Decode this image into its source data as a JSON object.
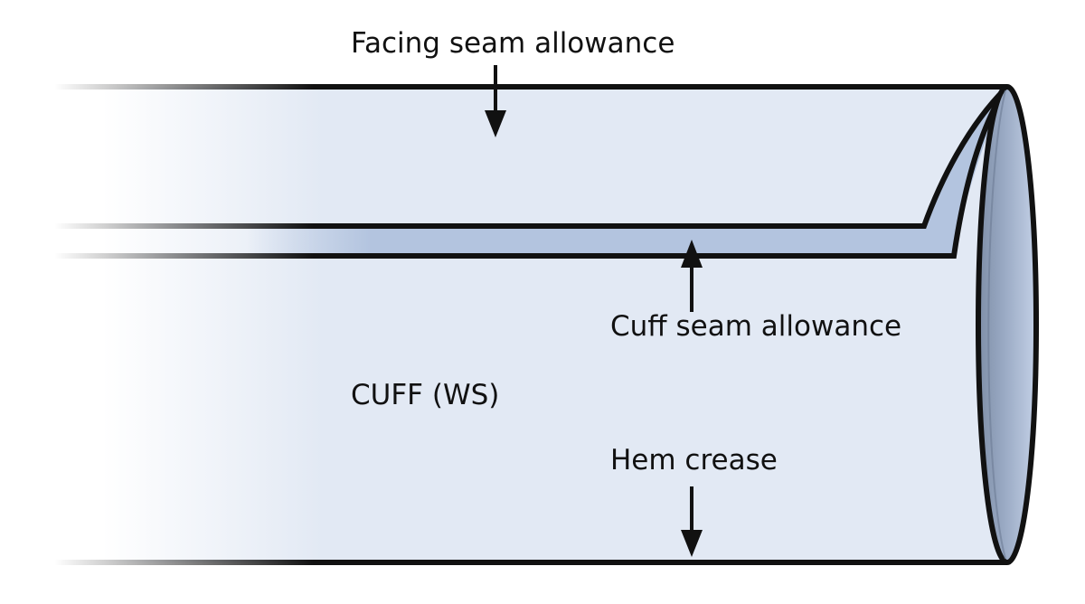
{
  "labels": {
    "facing_seam_allowance": "Facing seam allowance",
    "cuff_seam_allowance": "Cuff seam allowance",
    "cuff_ws": "CUFF (WS)",
    "hem_crease": "Hem crease"
  },
  "colors": {
    "fabric_fill": "#e2e9f4",
    "seam_allowance_fill": "#b3c4df",
    "end_fill_light": "#c3d0e6",
    "end_fill_dark": "#7f8fa8",
    "outline": "#111111",
    "background": "#ffffff"
  }
}
